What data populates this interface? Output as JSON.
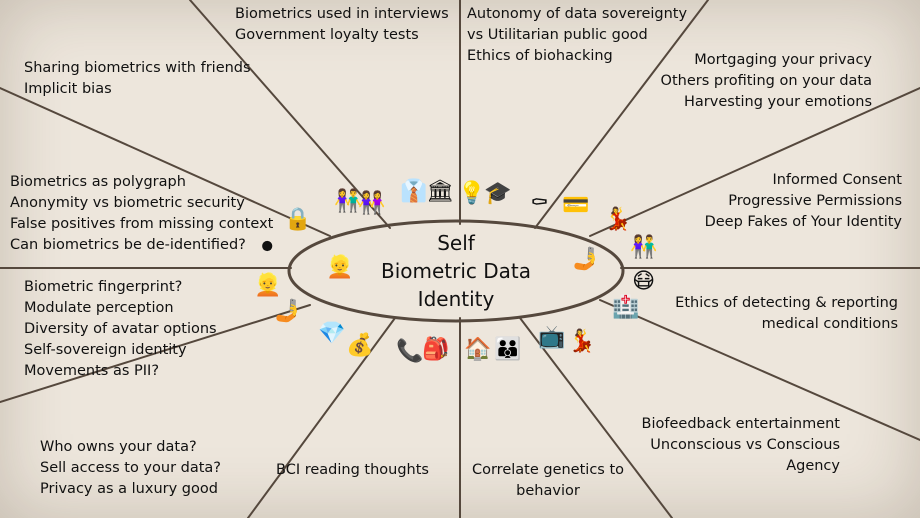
{
  "center": {
    "lines": [
      "Self",
      "Biometric Data",
      "Identity"
    ]
  },
  "sectors": [
    {
      "id": "top-left",
      "lines": [
        "Biometrics used in interviews",
        "Government loyalty tests"
      ]
    },
    {
      "id": "top-right",
      "lines": [
        "Autonomy of data sovereignty",
        "vs Utilitarian public good",
        "Ethics of biohacking"
      ]
    },
    {
      "id": "upper-left",
      "lines": [
        "Sharing biometrics with friends",
        "Implicit bias"
      ]
    },
    {
      "id": "upper-right",
      "lines": [
        "Mortgaging your privacy",
        "Others profiting on your data",
        "Harvesting your emotions"
      ]
    },
    {
      "id": "mid-left",
      "lines": [
        "Biometrics as polygraph",
        "Anonymity vs biometric security",
        "False positives from missing context",
        "Can biometrics be de-identified?"
      ]
    },
    {
      "id": "mid-right",
      "lines": [
        "Informed Consent",
        "Progressive Permissions",
        "Deep Fakes of Your Identity"
      ]
    },
    {
      "id": "lower-left",
      "lines": [
        "Biometric fingerprint?",
        "Modulate perception",
        "Diversity of avatar options",
        "Self-sovereign identity",
        "Movements as PII?"
      ]
    },
    {
      "id": "lower-right",
      "lines": [
        "Ethics of detecting & reporting",
        "medical conditions"
      ]
    },
    {
      "id": "bottom-left",
      "lines": [
        "Who owns your data?",
        "Sell access to your data?",
        "Privacy as a luxury good"
      ]
    },
    {
      "id": "bottom-mid-left",
      "lines": [
        "BCI reading thoughts"
      ]
    },
    {
      "id": "bottom-mid-right",
      "lines": [
        "Correlate genetics to",
        "behavior"
      ]
    },
    {
      "id": "bottom-right",
      "lines": [
        "Biofeedback entertainment",
        "Unconscious vs Conscious",
        "Agency"
      ]
    }
  ],
  "icons": [
    "people-holding-hands-icon",
    "family-icon",
    "office-worker-icon",
    "classical-building-icon",
    "light-bulb-icon",
    "graduation-cap-icon",
    "coffin-icon",
    "credit-card-icon",
    "dancers-icon",
    "lock-icon",
    "hole-icon",
    "person-face-icon",
    "selfie-icon",
    "mask-face-icon",
    "hospital-icon",
    "diamond-icon",
    "money-bag-icon",
    "telephone-icon",
    "backpack-icon",
    "house-icon",
    "family-icon-2",
    "television-icon",
    "dancer-icon",
    "couple-icon"
  ],
  "colors": {
    "background": "#ede6dc",
    "lines": "#55483d",
    "text": "#111111"
  }
}
